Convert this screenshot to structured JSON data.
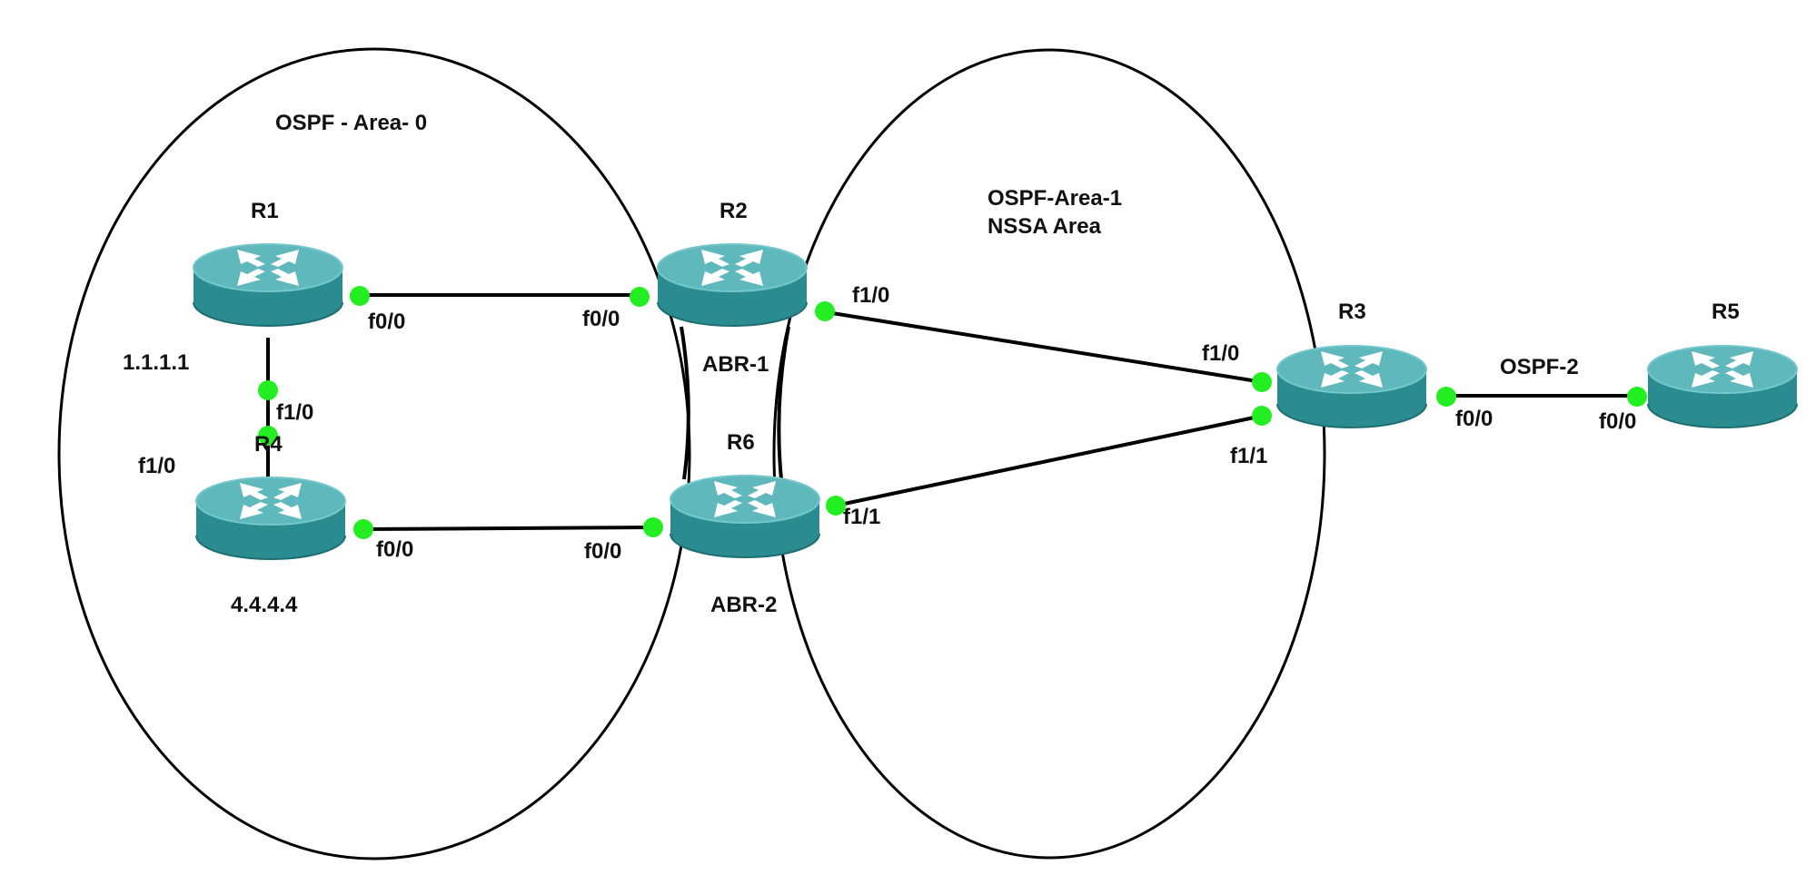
{
  "colors": {
    "line": "#000000",
    "router_top": "#5fb8bc",
    "router_side": "#2a8c90",
    "router_rim": "#74c7cb",
    "port": "#22ee22"
  },
  "areas": {
    "area0": "OSPF - Area- 0",
    "area1_line1": "OSPF-Area-1",
    "area1_line2": "NSSA Area",
    "ospf2": "OSPF-2"
  },
  "routers": {
    "r1": {
      "name": "R1",
      "note": "1.1.1.1"
    },
    "r2": {
      "name": "R2",
      "note": "ABR-1"
    },
    "r3": {
      "name": "R3"
    },
    "r4": {
      "name": "R4",
      "note": "4.4.4.4"
    },
    "r5": {
      "name": "R5"
    },
    "r6": {
      "name": "R6",
      "note": "ABR-2"
    }
  },
  "interfaces": {
    "r1_f00": "f0/0",
    "r2_f00": "f0/0",
    "r1_f10": "f1/0",
    "r4_f10": "f1/0",
    "r4_f00": "f0/0",
    "r6_f00": "f0/0",
    "r2_f10": "f1/0",
    "r3_f10": "f1/0",
    "r3_f11": "f1/1",
    "r6_f11": "f1/1",
    "r3_f00": "f0/0",
    "r5_f00": "f0/0"
  }
}
